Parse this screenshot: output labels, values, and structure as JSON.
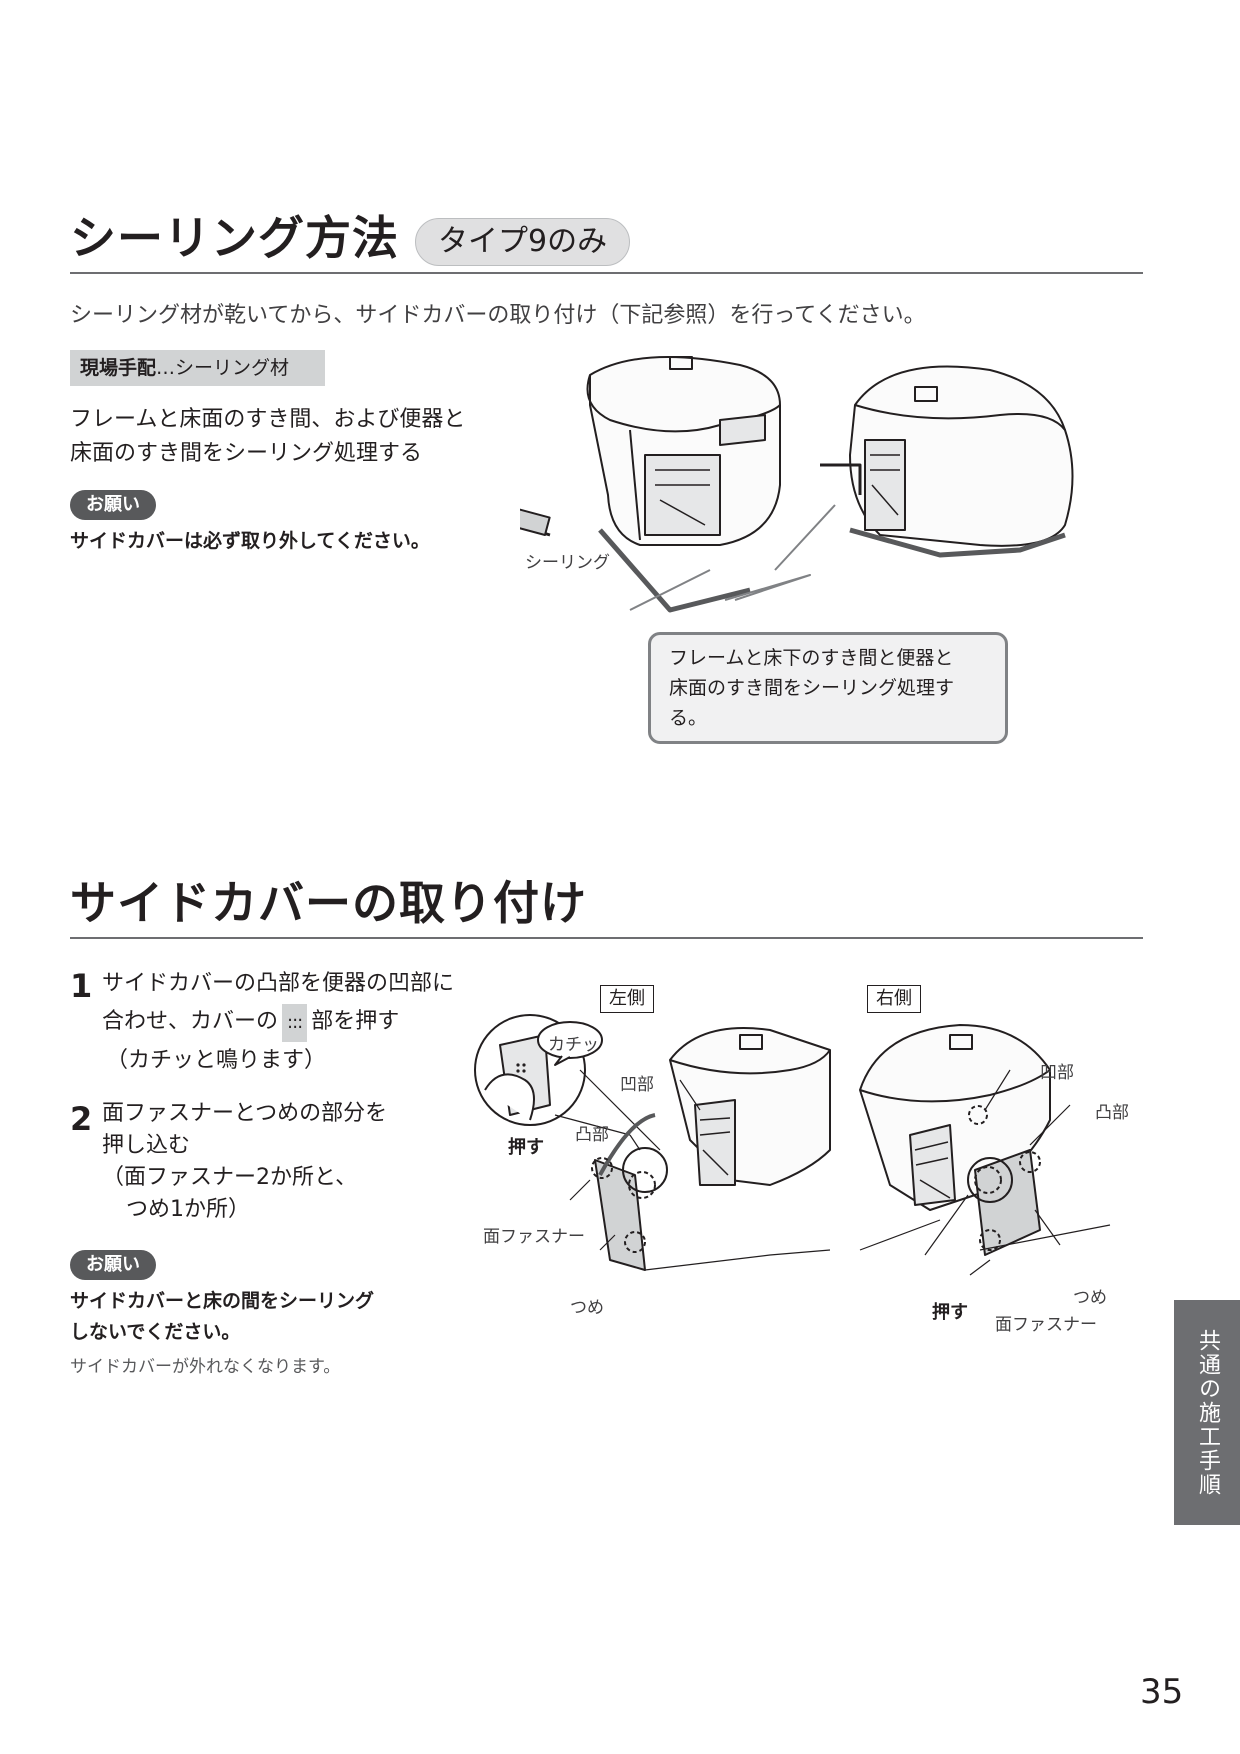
{
  "sealing": {
    "title": "シーリング方法",
    "type_badge": "タイプ9のみ",
    "intro": "シーリング材が乾いてから、サイドカバーの取り付け（下記参照）を行ってください。",
    "materials_label": "現場手配",
    "materials_value": "…シーリング材",
    "body_line1": "フレームと床面のすき間、および便器と",
    "body_line2": "床面のすき間をシーリング処理する",
    "request_badge": "お願い",
    "request_text": "サイドカバーは必ず取り外してください。",
    "gun_label": "シーリング",
    "callout_line1": "フレームと床下のすき間と便器と",
    "callout_line2": "床面のすき間をシーリング処理する。"
  },
  "sidecover": {
    "title": "サイドカバーの取り付け",
    "step1_num": "1",
    "step1_line1": "サイドカバーの凸部を便器の凹部に",
    "step1_line2a": "合わせ、カバーの",
    "step1_dots": ":::",
    "step1_line2b": "部を押す",
    "step1_line3": "（カチッと鳴ります）",
    "step2_num": "2",
    "step2_line1": "面ファスナーとつめの部分を",
    "step2_line2": "押し込む",
    "step2_line3": "（面ファスナー2か所と、",
    "step2_line4": "つめ1か所）",
    "request_badge": "お願い",
    "request_line1": "サイドカバーと床の間をシーリング",
    "request_line2": "しないでください。",
    "request_note": "サイドカバーが外れなくなります。",
    "left_label": "左側",
    "right_label": "右側",
    "click_label": "カチッ",
    "push_label": "押す",
    "concave_label": "凹部",
    "convex_label": "凸部",
    "fastener_label": "面ファスナー",
    "claw_label": "つめ"
  },
  "side_tab": "共通の施工手順",
  "page_number": "35"
}
